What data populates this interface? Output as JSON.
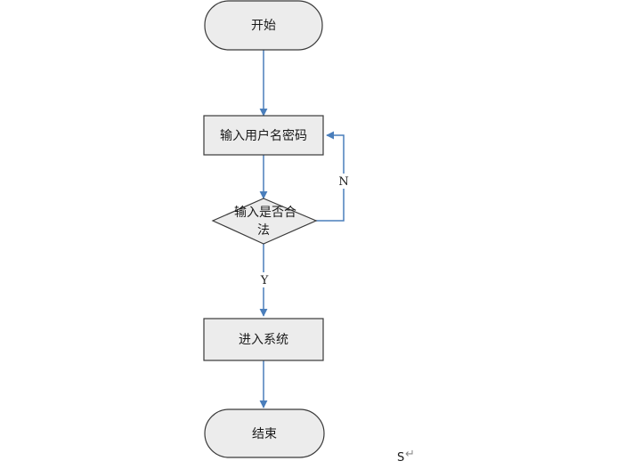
{
  "flowchart": {
    "nodes": {
      "start": {
        "shape": "terminator",
        "label": "开始"
      },
      "input": {
        "shape": "process",
        "label": "输入用户名密码"
      },
      "check": {
        "shape": "decision",
        "label_line1": "输入是否合",
        "label_line2": "法"
      },
      "enter": {
        "shape": "process",
        "label": "进入系统"
      },
      "end": {
        "shape": "terminator",
        "label": "结束"
      }
    },
    "edges": [
      {
        "from": "start",
        "to": "input",
        "label": ""
      },
      {
        "from": "input",
        "to": "check",
        "label": ""
      },
      {
        "from": "check",
        "to": "input",
        "label": "N"
      },
      {
        "from": "check",
        "to": "enter",
        "label": "Y"
      },
      {
        "from": "enter",
        "to": "end",
        "label": ""
      }
    ]
  },
  "stray_text": {
    "text": "S",
    "mark": "↵"
  },
  "colors": {
    "node_fill": "#ececec",
    "node_stroke": "#3a3a3a",
    "connector": "#4a7ebb",
    "text": "#1a1a1a"
  }
}
